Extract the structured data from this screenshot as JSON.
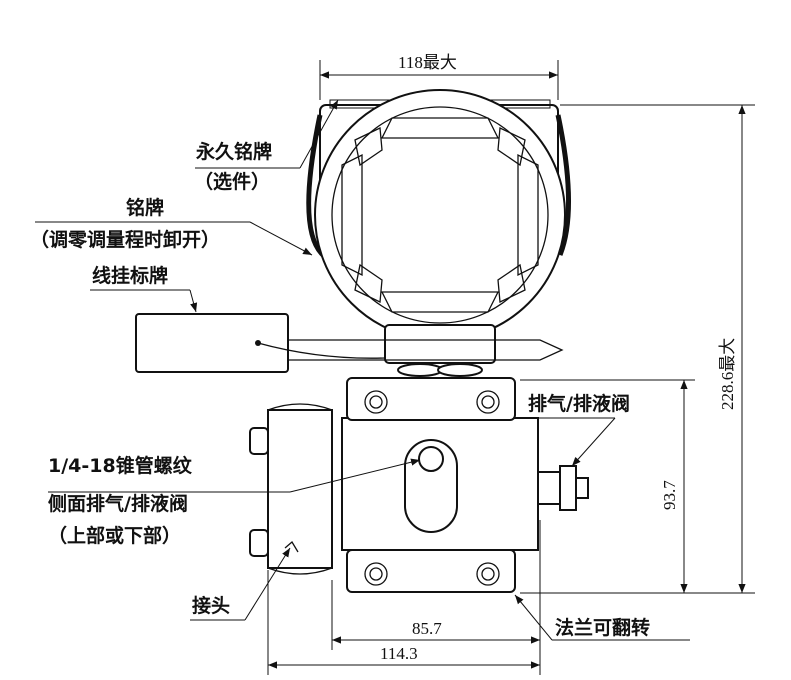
{
  "labels": {
    "permanent_plate": "永久铭牌",
    "permanent_plate_note": "（选件）",
    "nameplate": "铭牌",
    "nameplate_note": "（调零调量程时卸开）",
    "wire_tag": "线挂标牌",
    "thread_line1": "1/4-18锥管螺纹",
    "thread_line2": "侧面排气/排液阀",
    "thread_line3": "（上部或下部）",
    "vent_valve": "排气/排液阀",
    "connector": "接头",
    "flange_rotatable": "法兰可翻转"
  },
  "dimensions": {
    "top_width": "118最大",
    "total_height": "228.6最大",
    "flange_height": "93.7",
    "flange_width": "85.7",
    "overall_width": "114.3"
  }
}
